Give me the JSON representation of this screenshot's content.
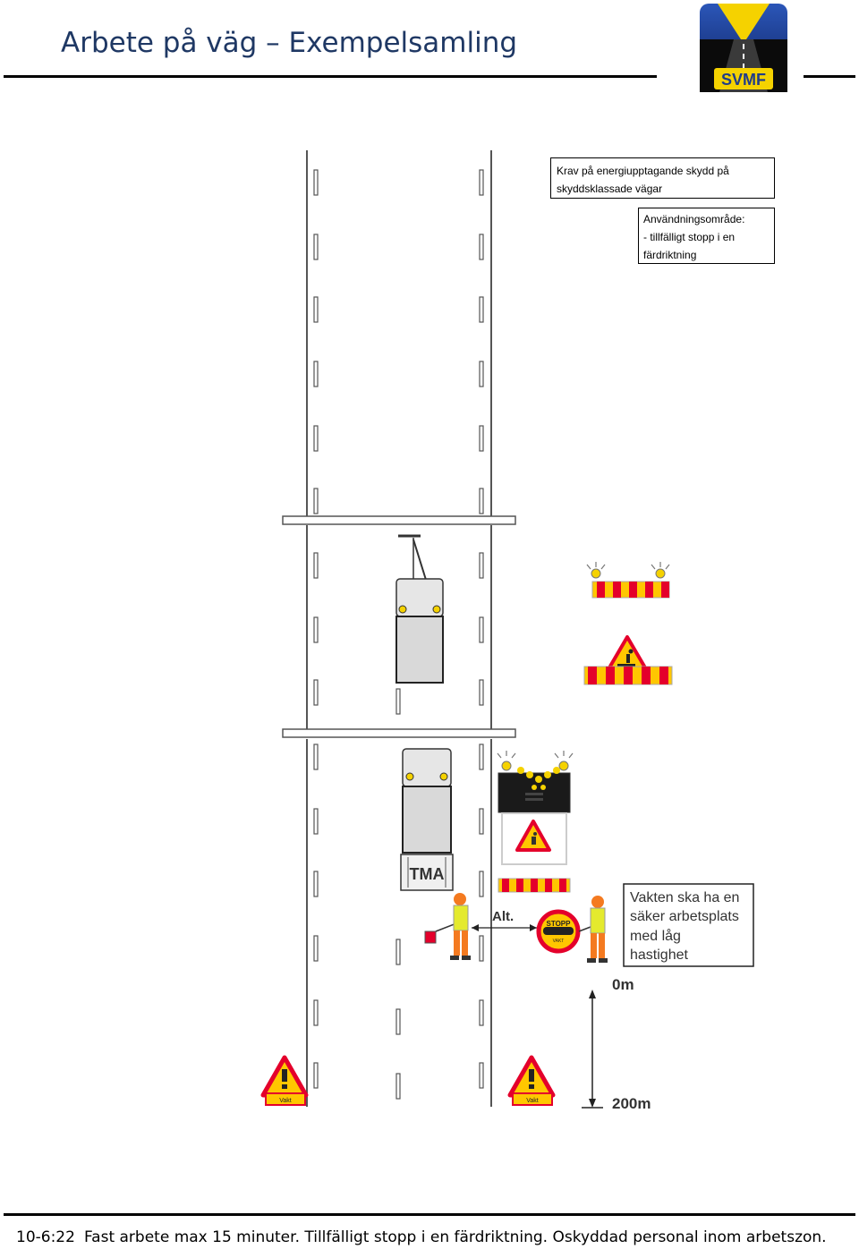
{
  "header": {
    "title": "Arbete på väg – Exempelsamling",
    "logo_text": "SVMF"
  },
  "info_box_1": {
    "line1": "Krav på energiupptagande skydd på",
    "line2": "skyddsklassade vägar"
  },
  "info_box_2": {
    "line1": "Användningsområde:",
    "line2": "- tillfälligt stopp i en",
    "line3": "färdriktning"
  },
  "diagram": {
    "tma_label": "TMA",
    "alt_label": "Alt.",
    "stop_sign_text": "STOPP",
    "stop_sign_subtext": "VAKT",
    "warning_sign_subtext": "Vakt",
    "note_line1": "Vakten ska ha en",
    "note_line2": "säker arbetsplats",
    "note_line3": "med låg",
    "note_line4": "hastighet",
    "distance_start": "0m",
    "distance_end": "200m"
  },
  "footer": {
    "code": "10-6:22",
    "text": "Fast arbete max 15 minuter. Tillfälligt stopp i en färdriktning. Oskyddad personal inom arbetszon."
  },
  "colors": {
    "title": "#1f3864",
    "logo_blue": "#1f3c8a",
    "logo_yellow": "#f5d200",
    "warning_red": "#e4002b",
    "warning_yellow": "#ffc700",
    "vest_yellow": "#e4ea2e",
    "trousers_orange": "#f47a20"
  }
}
